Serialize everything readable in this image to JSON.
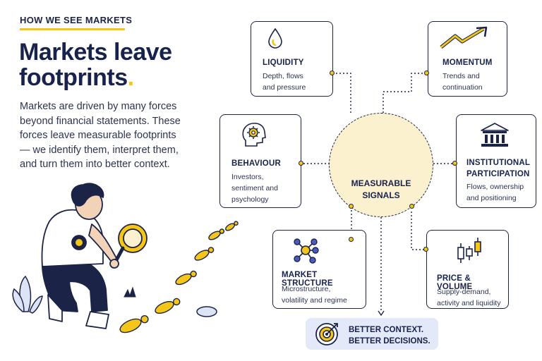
{
  "header": {
    "eyebrow": "HOW WE SEE MARKETS",
    "title_line1": "Markets leave",
    "title_line2": "footprints",
    "title_dot": ".",
    "lede": "Markets are driven by many forces beyond financial statements. These forces leave measurable footprints — we identify them, interpret them, and turn them into better context."
  },
  "hub": {
    "line1": "MEASURABLE",
    "line2": "SIGNALS"
  },
  "cards": {
    "liquidity": {
      "title": "LIQUIDITY",
      "desc1": "Depth, flows",
      "desc2": "and pressure",
      "icon": "droplet-icon"
    },
    "momentum": {
      "title": "MOMENTUM",
      "desc1": "Trends and",
      "desc2": "continuation",
      "icon": "trend-arrow-icon"
    },
    "behaviour": {
      "title": "BEHAVIOUR",
      "desc1": "Investors,",
      "desc2": "sentiment and",
      "desc3": "psychology",
      "icon": "head-gear-icon"
    },
    "institutional": {
      "title1": "INSTITUTIONAL",
      "title2": "PARTICIPATION",
      "desc1": "Flows, ownership",
      "desc2": "and positioning",
      "icon": "institution-icon"
    },
    "structure": {
      "title": "MARKET STRUCTURE",
      "desc1": "Microstructure,",
      "desc2": "volatility and regime",
      "icon": "network-nodes-icon"
    },
    "price_volume": {
      "title": "PRICE & VOLUME",
      "desc1": "Supply-demand,",
      "desc2": "activity and liquidity",
      "icon": "candlestick-icon"
    }
  },
  "banner": {
    "line1": "BETTER CONTEXT.",
    "line2": "BETTER DECISIONS.",
    "icon": "target-icon"
  },
  "colors": {
    "navy": "#1b2447",
    "yellow": "#f5c518",
    "hub_fill": "#fbf1cf",
    "banner_fill": "#e3e9f8"
  }
}
